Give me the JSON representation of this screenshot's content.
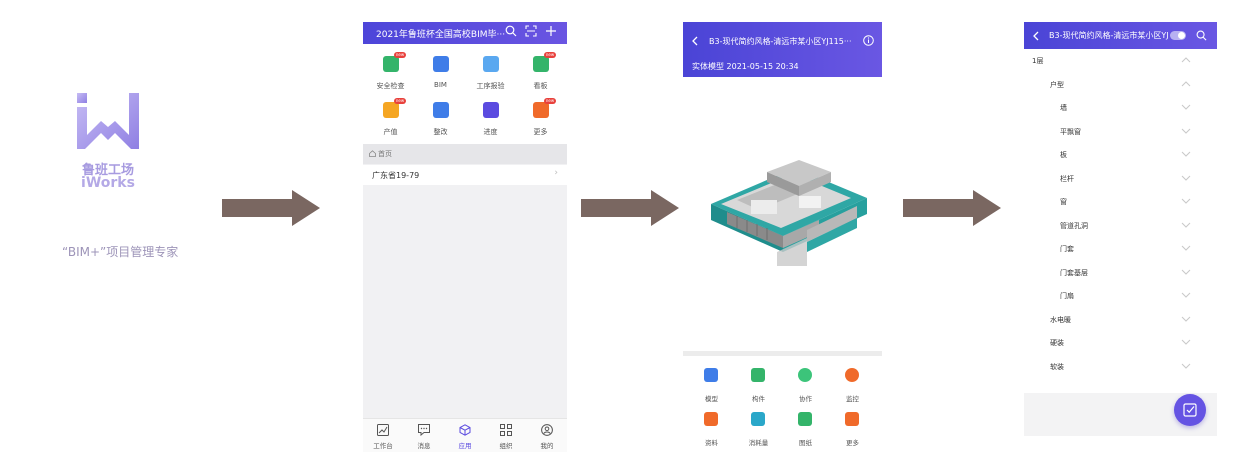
{
  "splash": {
    "brand_cn": "鲁班工场",
    "brand_en": "iWorks",
    "slogan": "“BIM+”项目管理专家"
  },
  "screen2": {
    "title": "2021年鲁班杯全国高校BIM毕···",
    "apps": [
      {
        "label": "安全检查",
        "icon": "shield-check-icon",
        "color": "#34b46a",
        "badge": "new"
      },
      {
        "label": "BIM",
        "icon": "building-icon",
        "color": "#3f7de8",
        "badge": ""
      },
      {
        "label": "工序报验",
        "icon": "blocks-icon",
        "color": "#5aa8f0",
        "badge": ""
      },
      {
        "label": "看板",
        "icon": "chart-board-icon",
        "color": "#34b46a",
        "badge": "new"
      },
      {
        "label": "产值",
        "icon": "yuan-icon",
        "color": "#f5a623",
        "badge": "new"
      },
      {
        "label": "整改",
        "icon": "inbox-icon",
        "color": "#3f7de8",
        "badge": ""
      },
      {
        "label": "进度",
        "icon": "schedule-icon",
        "color": "#5b4be0",
        "badge": ""
      },
      {
        "label": "更多",
        "icon": "more-grid-icon",
        "color": "#f06a2a",
        "badge": "new"
      }
    ],
    "breadcrumb": "首页",
    "list_item": "广东省19-79",
    "tabs": [
      {
        "label": "工作台",
        "icon": "chart-line-icon",
        "active": false
      },
      {
        "label": "消息",
        "icon": "message-icon",
        "active": false
      },
      {
        "label": "应用",
        "icon": "cube-icon",
        "active": true
      },
      {
        "label": "组织",
        "icon": "org-icon",
        "active": false
      },
      {
        "label": "我的",
        "icon": "user-icon",
        "active": false
      }
    ]
  },
  "screen3": {
    "title": "B3-现代简约风格-清远市某小区YJ115···",
    "subtitle": "实体模型 2021-05-15 20:34",
    "tools": [
      {
        "label": "模型",
        "icon": "model-icon",
        "color": "#3f7de8"
      },
      {
        "label": "构件",
        "icon": "component-icon",
        "color": "#34b46a"
      },
      {
        "label": "协作",
        "icon": "collab-icon",
        "color": "#3cc47a"
      },
      {
        "label": "监控",
        "icon": "monitor-icon",
        "color": "#f06a2a"
      },
      {
        "label": "资料",
        "icon": "document-icon",
        "color": "#f06a2a"
      },
      {
        "label": "消耗量",
        "icon": "consumption-icon",
        "color": "#2aa7c9"
      },
      {
        "label": "图纸",
        "icon": "drawing-icon",
        "color": "#34b46a"
      },
      {
        "label": "更多",
        "icon": "more-grid-icon",
        "color": "#f06a2a"
      }
    ]
  },
  "screen4": {
    "title": "B3-现代简约风格-清远市某小区YJ",
    "tree": [
      {
        "label": "1层",
        "level": 0,
        "expanded": true
      },
      {
        "label": "户型",
        "level": 1,
        "expanded": true
      },
      {
        "label": "墙",
        "level": 2,
        "expanded": false
      },
      {
        "label": "平飘窗",
        "level": 2,
        "expanded": false
      },
      {
        "label": "板",
        "level": 2,
        "expanded": false
      },
      {
        "label": "栏杆",
        "level": 2,
        "expanded": false
      },
      {
        "label": "窗",
        "level": 2,
        "expanded": false
      },
      {
        "label": "管道孔洞",
        "level": 2,
        "expanded": false
      },
      {
        "label": "门套",
        "level": 2,
        "expanded": false
      },
      {
        "label": "门套基层",
        "level": 2,
        "expanded": false
      },
      {
        "label": "门扇",
        "level": 2,
        "expanded": false
      },
      {
        "label": "水电暖",
        "level": 1,
        "expanded": false
      },
      {
        "label": "硬装",
        "level": 1,
        "expanded": false
      },
      {
        "label": "软装",
        "level": 1,
        "expanded": false
      }
    ]
  },
  "colors": {
    "accent": "#5b4be0",
    "header_start": "#4a44d6",
    "header_end": "#6a57e3",
    "arrow": "#7a6761"
  }
}
